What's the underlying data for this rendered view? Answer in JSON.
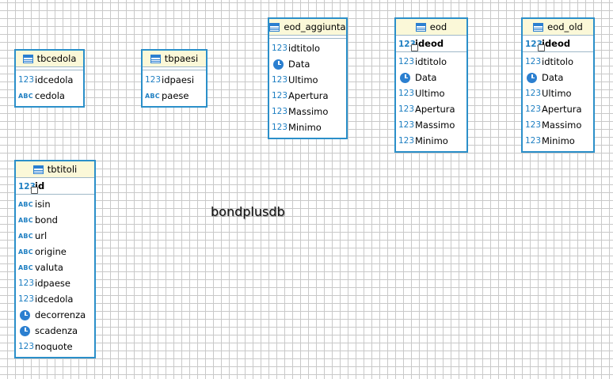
{
  "diagram_title": "bondplusdb",
  "tables": {
    "tbcedola": {
      "name": "tbcedola",
      "columns": [
        {
          "type": "123",
          "name": "idcedola"
        },
        {
          "type": "ABC",
          "name": "cedola"
        }
      ]
    },
    "tbpaesi": {
      "name": "tbpaesi",
      "columns": [
        {
          "type": "123",
          "name": "idpaesi"
        },
        {
          "type": "ABC",
          "name": "paese"
        }
      ]
    },
    "eod_aggiunta": {
      "name": "eod_aggiunta",
      "columns": [
        {
          "type": "123",
          "name": "idtitolo"
        },
        {
          "type": "date",
          "name": "Data"
        },
        {
          "type": "123",
          "name": "Ultimo"
        },
        {
          "type": "123",
          "name": "Apertura"
        },
        {
          "type": "123",
          "name": "Massimo"
        },
        {
          "type": "123",
          "name": "Minimo"
        }
      ]
    },
    "eod": {
      "name": "eod",
      "pk": {
        "type": "123",
        "name": "ideod"
      },
      "columns": [
        {
          "type": "123",
          "name": "idtitolo"
        },
        {
          "type": "date",
          "name": "Data"
        },
        {
          "type": "123",
          "name": "Ultimo"
        },
        {
          "type": "123",
          "name": "Apertura"
        },
        {
          "type": "123",
          "name": "Massimo"
        },
        {
          "type": "123",
          "name": "Minimo"
        }
      ]
    },
    "eod_old": {
      "name": "eod_old",
      "pk": {
        "type": "123",
        "name": "ideod"
      },
      "columns": [
        {
          "type": "123",
          "name": "idtitolo"
        },
        {
          "type": "date",
          "name": "Data"
        },
        {
          "type": "123",
          "name": "Ultimo"
        },
        {
          "type": "123",
          "name": "Apertura"
        },
        {
          "type": "123",
          "name": "Massimo"
        },
        {
          "type": "123",
          "name": "Minimo"
        }
      ]
    },
    "tbtitoli": {
      "name": "tbtitoli",
      "pk": {
        "type": "123",
        "name": "id"
      },
      "columns": [
        {
          "type": "ABC",
          "name": "isin"
        },
        {
          "type": "ABC",
          "name": "bond"
        },
        {
          "type": "ABC",
          "name": "url"
        },
        {
          "type": "ABC",
          "name": "origine"
        },
        {
          "type": "ABC",
          "name": "valuta"
        },
        {
          "type": "123",
          "name": "idpaese"
        },
        {
          "type": "123",
          "name": "idcedola"
        },
        {
          "type": "date",
          "name": "decorrenza"
        },
        {
          "type": "date",
          "name": "scadenza"
        },
        {
          "type": "123",
          "name": "noquote"
        }
      ]
    }
  },
  "colors": {
    "border": "#2b8fc9",
    "header_bg": "#fbf8d8",
    "type_icon": "#1e7fc2"
  }
}
